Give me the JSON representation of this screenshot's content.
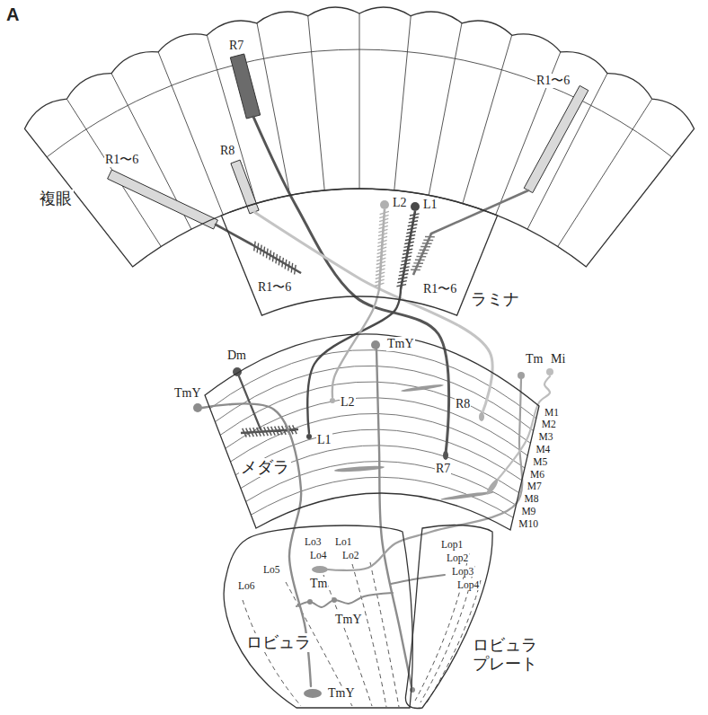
{
  "diagram": {
    "nodes": [
      {
        "text": [
          "複眼"
        ]
      },
      {
        "text": [
          "ラミナ"
        ]
      },
      {
        "text": [
          "メダラ"
        ]
      },
      {
        "text": [
          "ロビュラ"
        ]
      },
      {
        "text": [
          "ロビュラ プレート"
        ]
      }
    ],
    "labels": [
      "A",
      "R7",
      "R1〜6",
      "R8",
      "R1〜6",
      "L2",
      "L1",
      "R1〜6",
      "R1〜6",
      "TmY",
      "Dm",
      "TmY",
      "L2",
      "L1",
      "R8",
      "R7",
      "Tm",
      "Mi",
      "M1",
      "M2",
      "M3",
      "M4",
      "M5",
      "M6",
      "M7",
      "M8",
      "M9",
      "M10",
      "Lo3",
      "Lo1",
      "Lo4",
      "Lo2",
      "Lo5",
      "Lo6",
      "Tm",
      "Lop1",
      "Lop2",
      "Lop3",
      "Lop4",
      "TmY",
      "TmY"
    ]
  }
}
